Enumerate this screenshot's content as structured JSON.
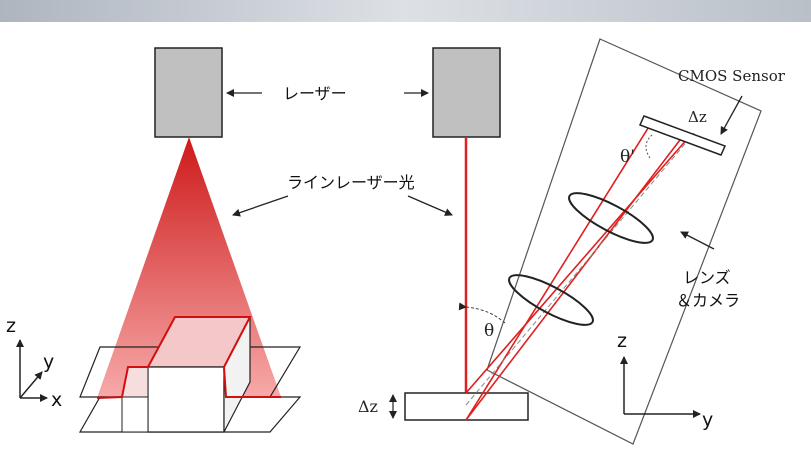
{
  "labels": {
    "laser": "レーザー",
    "line_laser_light": "ラインレーザー光",
    "lens_camera_1": "レンズ",
    "lens_camera_2": "＆カメラ",
    "cmos_sensor": "CMOS Sensor",
    "theta": "θ",
    "theta_prime": "θ'",
    "delta_z": "Δz",
    "axis_z": "z",
    "axis_y": "y",
    "axis_x": "x"
  },
  "colors": {
    "laser_red": "#e02020",
    "laser_box": "#c0c0c0",
    "top_bar": "#c9ced6"
  }
}
